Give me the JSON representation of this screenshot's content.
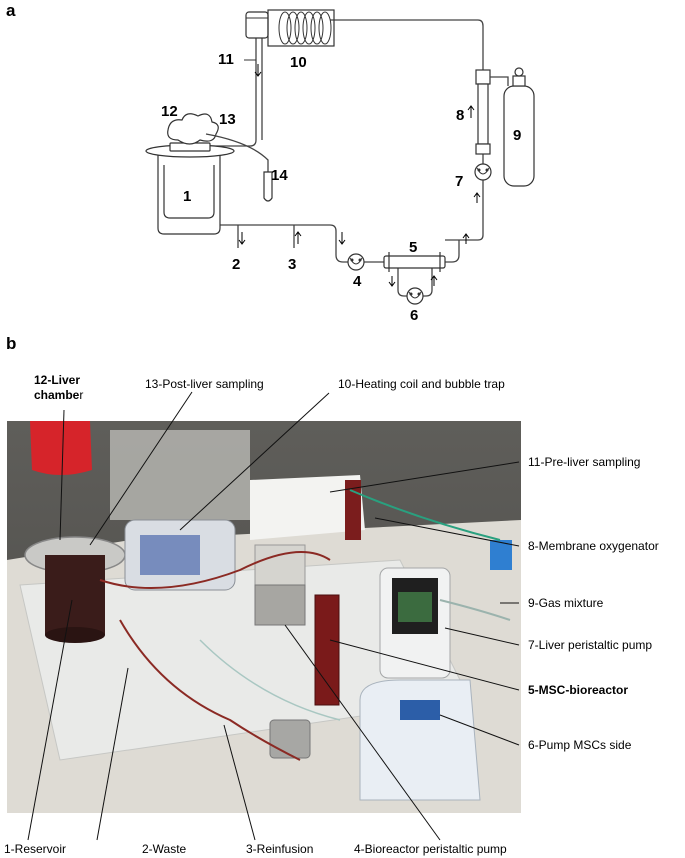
{
  "panel_a": {
    "letter": "a",
    "labels": {
      "n1": "1",
      "n2": "2",
      "n3": "3",
      "n4": "4",
      "n5": "5",
      "n6": "6",
      "n7": "7",
      "n8": "8",
      "n9": "9",
      "n10": "10",
      "n11": "11",
      "n12": "12",
      "n13": "13",
      "n14": "14"
    }
  },
  "panel_b": {
    "letter": "b",
    "callouts": {
      "liver_chamber_line1": "12-Liver",
      "liver_chamber_line2": "chambe",
      "liver_chamber_tail": "r",
      "post_liver": "13-Post-liver sampling",
      "heating_coil": "10-Heating coil and bubble trap",
      "pre_liver": "11-Pre-liver sampling",
      "oxygenator": "8-Membrane oxygenator",
      "gas": "9-Gas mixture",
      "liver_pump": "7-Liver peristaltic pump",
      "msc_bioreactor": "5-MSC-bioreactor",
      "pump_mscs": "6-Pump MSCs side",
      "reservoir": "1-Reservoir",
      "waste": "2-Waste",
      "reinfusion": "3-Reinfusion",
      "bioreactor_pump": "4-Bioreactor peristaltic pump"
    }
  }
}
